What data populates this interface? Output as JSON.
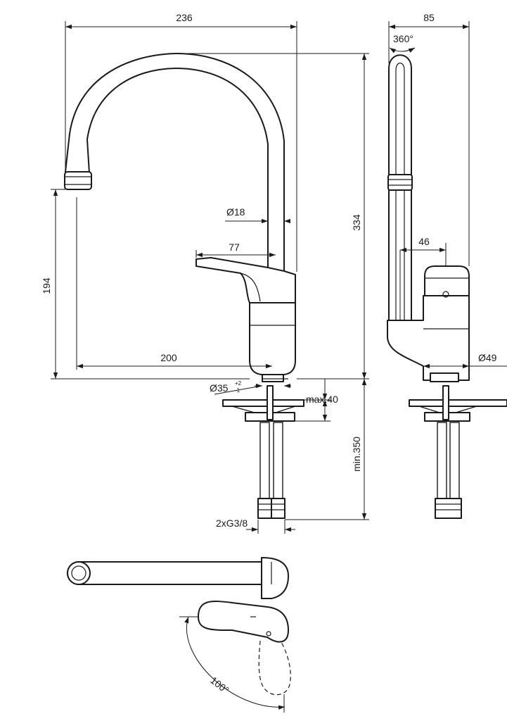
{
  "drawing": {
    "front_view": {
      "overall_width": "236",
      "total_height": "334",
      "spout_clearance_height": "194",
      "spout_reach": "200",
      "spout_tube_diameter": "Ø18",
      "handle_length": "77",
      "mounting_hole": "Ø35",
      "mounting_hole_tolerance_upper": "+2",
      "mounting_hole_tolerance_lower": "-1",
      "max_deck_thickness": "max.40",
      "min_hose_length": "min.350",
      "connections": "2xG3/8"
    },
    "side_view": {
      "overall_depth": "85",
      "swivel_angle": "360°",
      "handle_offset": "46",
      "body_diameter": "Ø49"
    },
    "top_view": {
      "lever_rotation_angle": "100°"
    }
  }
}
